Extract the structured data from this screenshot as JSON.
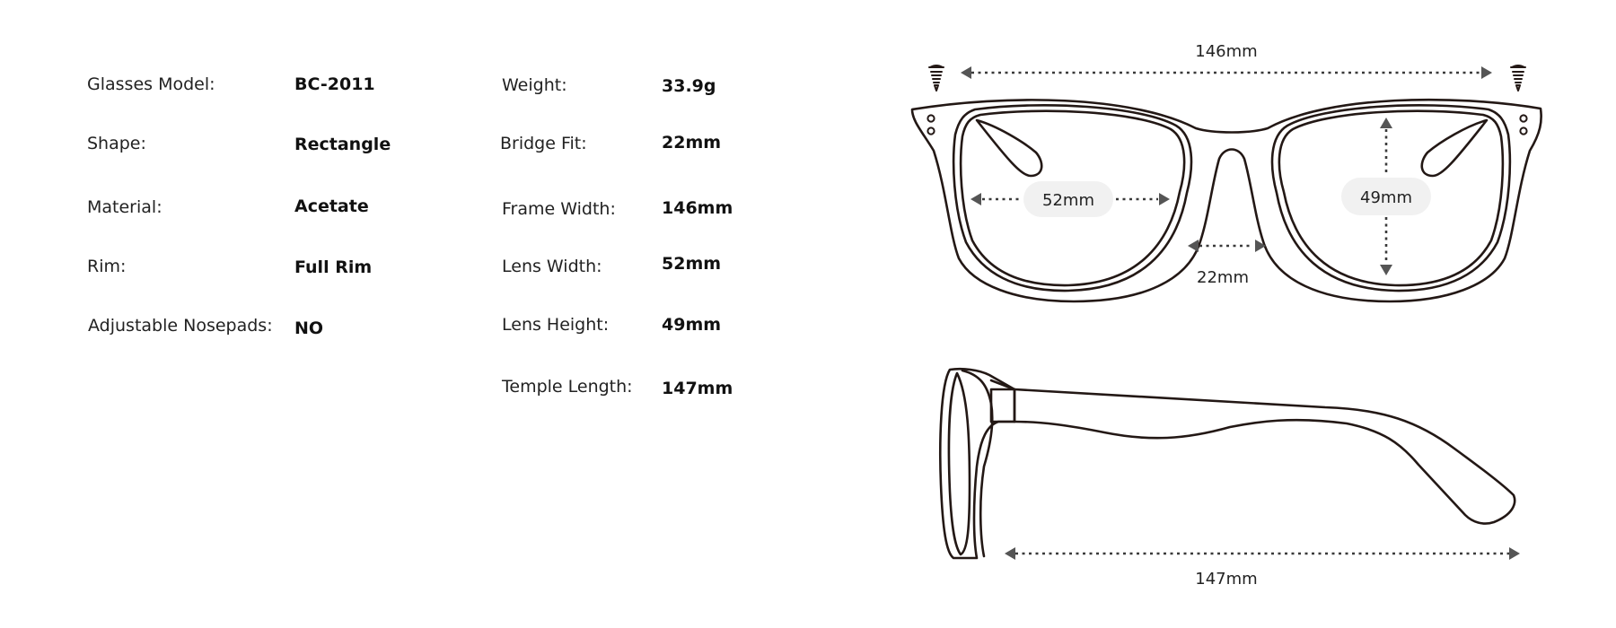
{
  "specs_left": [
    {
      "label": "Glasses Model:",
      "value": "BC-2011"
    },
    {
      "label": "Shape:",
      "value": "Rectangle"
    },
    {
      "label": "Material:",
      "value": "Acetate"
    },
    {
      "label": "Rim:",
      "value": "Full Rim"
    },
    {
      "label": "Adjustable Nosepads:",
      "value": "NO"
    }
  ],
  "specs_right": [
    {
      "label": "Weight:",
      "value": "33.9g"
    },
    {
      "label": "Bridge Fit:",
      "value": "22mm"
    },
    {
      "label": "Frame Width:",
      "value": "146mm"
    },
    {
      "label": "Lens Width:",
      "value": "52mm"
    },
    {
      "label": "Lens Height:",
      "value": "49mm"
    },
    {
      "label": "Temple Length:",
      "value": "147mm"
    }
  ],
  "dimensions": {
    "frame_width": "146mm",
    "lens_width": "52mm",
    "lens_height": "49mm",
    "bridge": "22mm",
    "temple_length": "147mm"
  }
}
